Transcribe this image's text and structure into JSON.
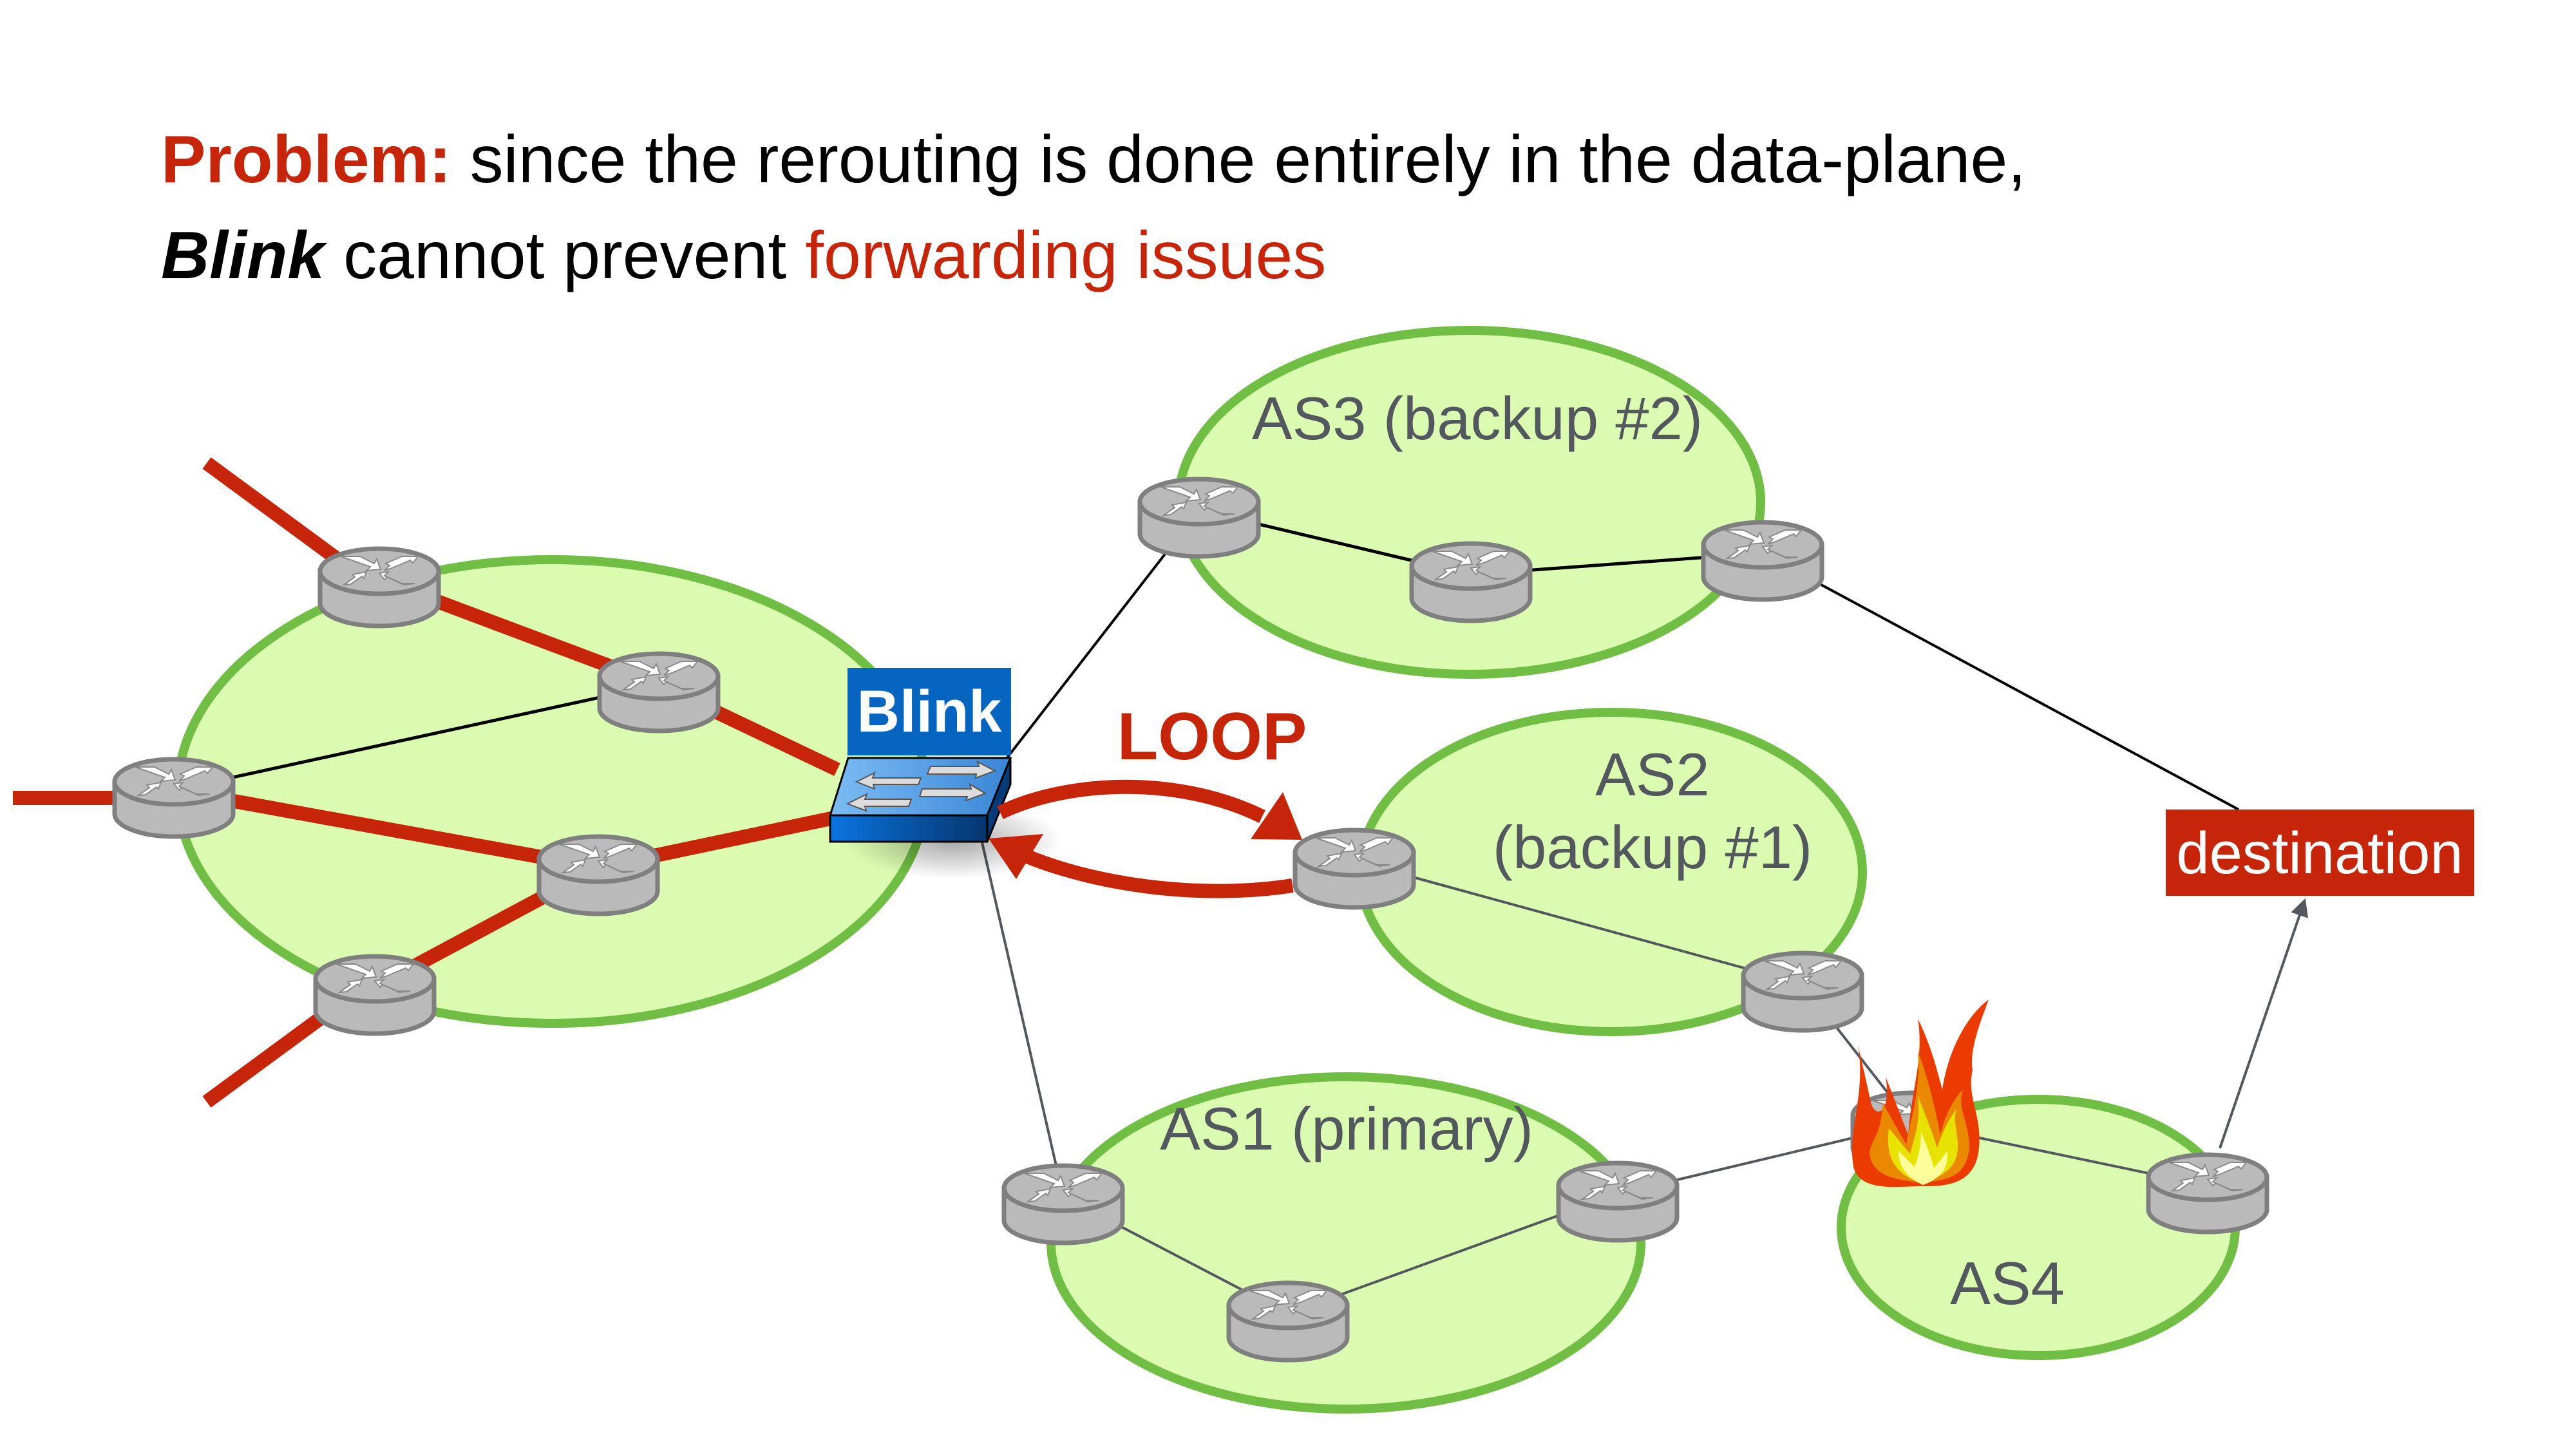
{
  "slide": {
    "title": {
      "line1": {
        "prefix": "Problem:",
        "text": " since the rerouting is done entirely in the data-plane,"
      },
      "line2": {
        "subject": "Blink",
        "text": " cannot prevent ",
        "highlight": "forwarding issues"
      }
    }
  },
  "diagram": {
    "blink_label": "Blink",
    "loop_label": "LOOP",
    "destination_label": "destination",
    "as_labels": {
      "as3": "AS3 (backup #2)",
      "as2_line1": "AS2",
      "as2_line2": "(backup #1)",
      "as1": "AS1 (primary)",
      "as4": "AS4"
    },
    "icons": {
      "router": "router-icon",
      "switch": "switch-icon",
      "fire": "fire-icon"
    },
    "colors": {
      "accent_red": "#c6250a",
      "as_fill": "#dbfbb1",
      "as_stroke": "#70be44",
      "label_gray": "#53585f",
      "blink_blue": "#0565c1",
      "router_gray": "#bababa"
    }
  }
}
